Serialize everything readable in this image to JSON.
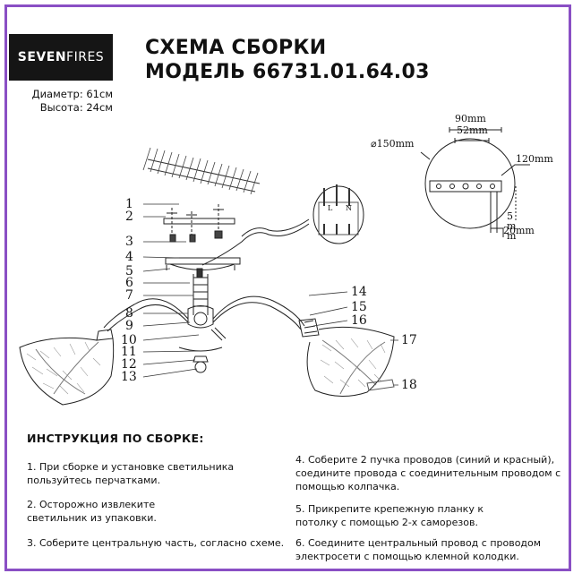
{
  "brand": {
    "strong": "SEVEN",
    "light": "FIRES"
  },
  "specs": {
    "diameter": "Диаметр: 61см",
    "height": "Высота: 24см"
  },
  "title": {
    "line1": "СХЕМА СБОРКИ",
    "line2": "МОДЕЛЬ 66731.01.64.03"
  },
  "parts": [
    "1",
    "2",
    "3",
    "4",
    "5",
    "6",
    "7",
    "8",
    "9",
    "10",
    "11",
    "12",
    "13",
    "14",
    "15",
    "16",
    "17",
    "18"
  ],
  "mount_dims": {
    "d90": "90mm",
    "d52": "52mm",
    "d150": "⌀150mm",
    "d120": "120mm",
    "d5": "5mm",
    "d20": "20mm"
  },
  "terminal_labels": {
    "l": "L",
    "n": "N"
  },
  "instructions": {
    "heading": "ИНСТРУКЦИЯ ПО СБОРКЕ:",
    "steps": [
      "1. При сборке и установке светильника пользуйтесь перчатками.",
      "2. Осторожно извлеките светильник из упаковки.",
      "3. Соберите центральную часть, согласно схеме.",
      "4. Соберите 2 пучка проводов (синий и красный), соедините провода с соединительным проводом с помощью колпачка.",
      "5. Прикрепите крепежную планку к потолку с помощью 2-х саморезов.",
      "6. Соедините центральный провод с проводом электросети с помощью клемной колодки."
    ]
  },
  "colors": {
    "frame": "#8a4fc4",
    "logo_bg": "#151515"
  }
}
